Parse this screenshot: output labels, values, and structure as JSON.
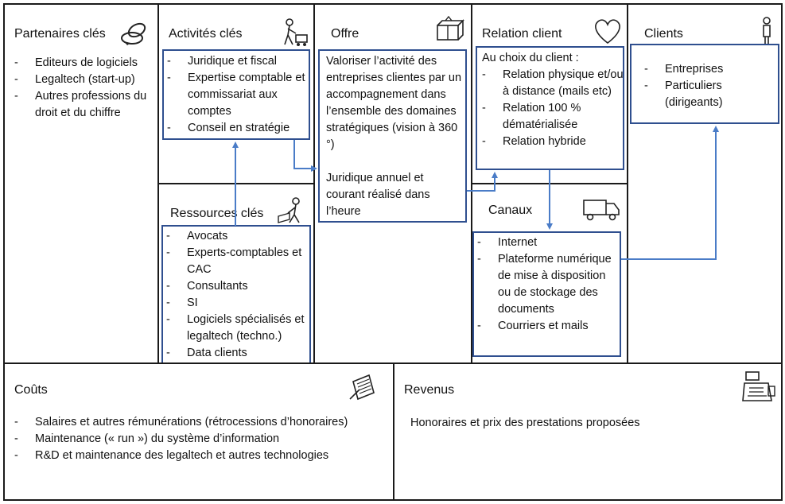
{
  "partenaires": {
    "title": "Partenaires clés",
    "icon": "linked-rings-icon",
    "items": [
      "Editeurs de logiciels",
      "Legaltech (start-up)",
      "Autres professions du droit et du chiffre"
    ]
  },
  "activites": {
    "title": "Activités clés",
    "icon": "worker-cart-icon",
    "items": [
      "Juridique et fiscal",
      "Expertise comptable et commissariat aux comptes",
      "Conseil en stratégie"
    ]
  },
  "ressources": {
    "title": "Ressources clés",
    "icon": "person-desk-icon",
    "items": [
      "Avocats",
      "Experts-comptables et CAC",
      "Consultants",
      "SI",
      "Logiciels spécialisés et legaltech (techno.)",
      "Data clients"
    ]
  },
  "offre": {
    "title": "Offre",
    "icon": "gift-package-icon",
    "paragraph1": "Valoriser l’activité des entreprises clientes par un accompagnement dans l’ensemble des domaines stratégiques (vision à 360 °)",
    "paragraph2": "Juridique annuel et courant réalisé dans l’heure"
  },
  "relation": {
    "title": "Relation client",
    "icon": "heart-icon",
    "intro": "Au choix du client :",
    "items": [
      "Relation physique et/ou à distance (mails etc)",
      "Relation 100 % dématérialisée",
      "Relation hybride"
    ]
  },
  "canaux": {
    "title": "Canaux",
    "icon": "truck-icon",
    "items": [
      "Internet",
      "Plateforme numérique de mise à disposition ou de stockage des documents",
      "Courriers et mails"
    ]
  },
  "clients": {
    "title": "Clients",
    "icon": "person-icon",
    "items": [
      "Entreprises",
      "Particuliers (dirigeants)"
    ]
  },
  "couts": {
    "title": "Coûts",
    "icon": "document-quill-icon",
    "items": [
      "Salaires et autres rémunérations (rétrocessions d’honoraires)",
      "Maintenance (« run ») du système d’information",
      "R&D et maintenance des legaltech et autres technologies"
    ]
  },
  "revenus": {
    "title": "Revenus",
    "icon": "cash-register-icon",
    "text": "Honoraires et prix des prestations proposées"
  },
  "colors": {
    "border": "#1a1a1a",
    "box_border": "#2f4f8f",
    "arrow": "#4a7cc7"
  }
}
